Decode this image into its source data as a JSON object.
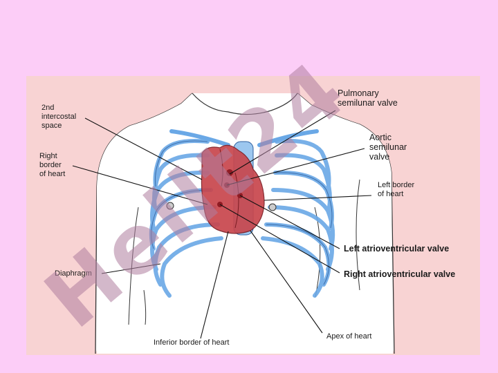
{
  "labels": {
    "intercostal_space": [
      "2nd",
      "intercostal",
      "space"
    ],
    "right_border": [
      "Right",
      "border",
      "of heart"
    ],
    "diaphragm": "Diaphragm",
    "inferior_border": "Inferior border of heart",
    "pulmonary_valve": [
      "Pulmonary",
      "semilunar valve"
    ],
    "aortic_valve": [
      "Aortic",
      "semilunar",
      "valve"
    ],
    "left_border": [
      "Left border",
      "of heart"
    ],
    "left_av_valve": "Left atrioventricular valve",
    "right_av_valve": "Right atrioventricular valve",
    "apex": "Apex of heart"
  },
  "watermark_text": "Hellt24",
  "colors": {
    "slide_background": "#fccdf7",
    "panel_background": "#f8d3d3",
    "rib_blue": "#6aa8e6",
    "heart_red": "#c8464d",
    "watermark": "#b07fa0"
  }
}
